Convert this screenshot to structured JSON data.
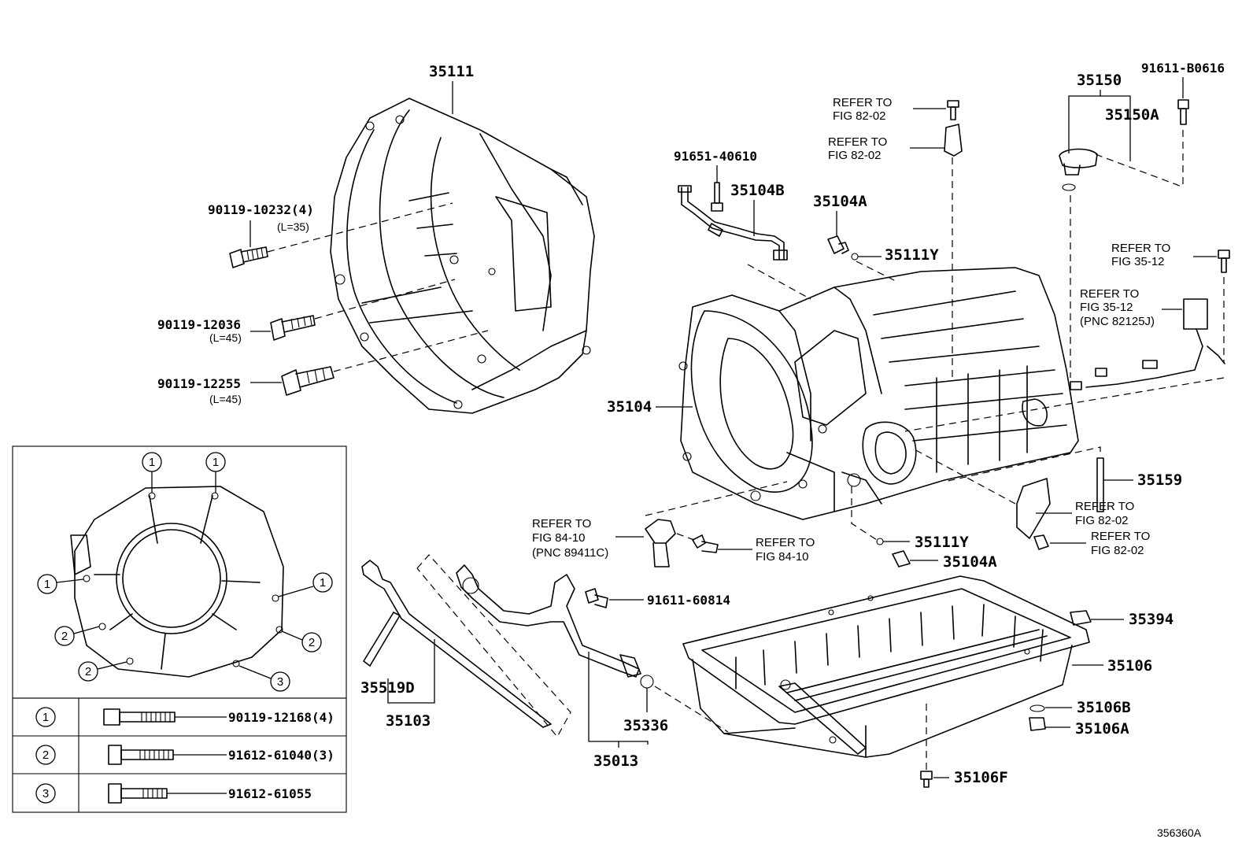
{
  "labels": {
    "p35111": "35111",
    "p90119_10232": "90119-10232(4)",
    "p90119_10232_len": "(L=35)",
    "p90119_12036": "90119-12036",
    "p90119_12036_len": "(L=45)",
    "p90119_12255": "90119-12255",
    "p90119_12255_len": "(L=45)",
    "p91651_40610": "91651-40610",
    "p35104B": "35104B",
    "refer_to": "REFER TO",
    "fig_82_02": "FIG 82-02",
    "fig_35_12": "FIG 35-12",
    "fig_84_10": "FIG 84-10",
    "pnc_82125J": "(PNC 82125J)",
    "pnc_89411C": "(PNC 89411C)",
    "p35104A": "35104A",
    "p35111Y": "35111Y",
    "p35150": "35150",
    "p35150A": "35150A",
    "p91611_B0616": "91611-B0616",
    "p35104": "35104",
    "p35159": "35159",
    "p91611_60814": "91611-60814",
    "p35394": "35394",
    "p35106": "35106",
    "p35106B": "35106B",
    "p35106A": "35106A",
    "p35106F": "35106F",
    "p35519D": "35519D",
    "p35103": "35103",
    "p35336": "35336",
    "p35013": "35013",
    "illustration_id": "356360A"
  },
  "inset": {
    "callouts": [
      "1",
      "1",
      "1",
      "1",
      "2",
      "2",
      "2",
      "3"
    ],
    "rows": [
      {
        "key": "1",
        "part": "90119-12168(4)"
      },
      {
        "key": "2",
        "part": "91612-61040(3)"
      },
      {
        "key": "3",
        "part": "91612-61055"
      }
    ]
  }
}
